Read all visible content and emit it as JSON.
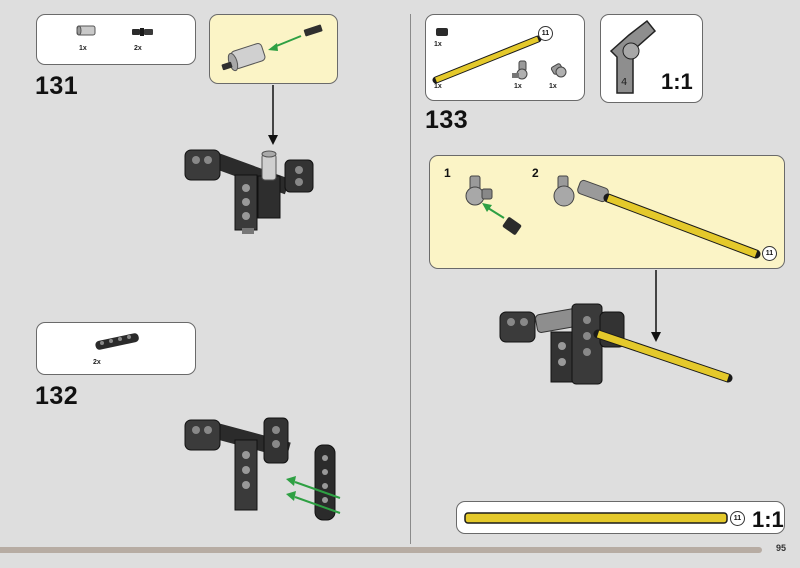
{
  "left": {
    "step131": {
      "number": "131",
      "parts": [
        {
          "qty": "1x",
          "icon": "gray-connector-icon"
        },
        {
          "qty": "2x",
          "icon": "black-pin-icon"
        }
      ]
    },
    "step132": {
      "number": "132",
      "parts": [
        {
          "qty": "2x",
          "icon": "black-beam-icon"
        }
      ]
    }
  },
  "right": {
    "step133": {
      "number": "133",
      "parts": [
        {
          "qty": "1x",
          "icon": "black-pin-icon"
        },
        {
          "qty": "1x",
          "icon": "yellow-axle-icon"
        },
        {
          "qty": "1x",
          "icon": "gray-angle-connector-icon"
        },
        {
          "qty": "1x",
          "icon": "gray-angle-connector-icon"
        }
      ],
      "axle_length": "11",
      "substeps": [
        "1",
        "2"
      ],
      "detail_ratio": "1:1"
    },
    "axle_ruler": {
      "length": "11",
      "ratio": "1:1"
    }
  },
  "colors": {
    "callout_bg": "#fbf4c6",
    "axle": "#e4c92b",
    "arrow": "#2ea043",
    "progress": "#b7aca3"
  },
  "page": {
    "number": "95"
  }
}
